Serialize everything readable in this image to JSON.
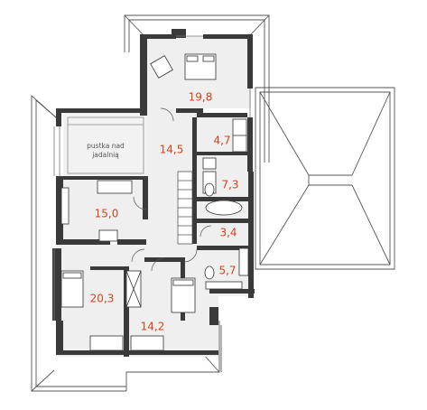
{
  "plan": {
    "rooms": [
      {
        "id": "bedroom-master",
        "area": "19,8"
      },
      {
        "id": "hall",
        "area": "14,5"
      },
      {
        "id": "wardrobe",
        "area": "4,7"
      },
      {
        "id": "bathroom-main",
        "area": "7,3"
      },
      {
        "id": "room-west",
        "area": "15,0"
      },
      {
        "id": "laundry",
        "area": "3,4"
      },
      {
        "id": "bathroom-small",
        "area": "5,7"
      },
      {
        "id": "bedroom-sw",
        "area": "20,3"
      },
      {
        "id": "bedroom-s",
        "area": "14,2"
      }
    ],
    "void_label_line1": "pustka nad",
    "void_label_line2": "jadalnią",
    "colors": {
      "wall": "#3a3a3a",
      "floor": "#efefef",
      "roof_line": "#555555",
      "area_text": "#d8431b"
    }
  }
}
